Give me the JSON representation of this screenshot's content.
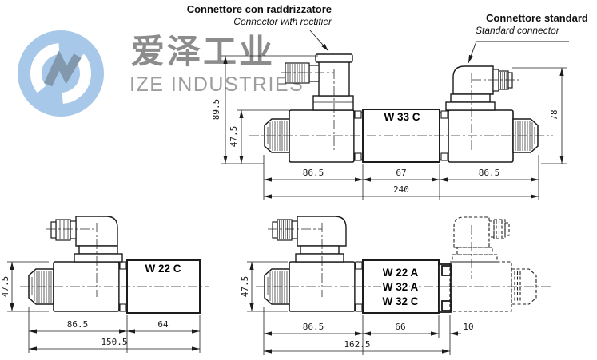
{
  "logo": {
    "cn": "爱泽工业",
    "en": "IZE INDUSTRIES",
    "circle_color": "#a7c8e8",
    "emblem_color": "#8298ac"
  },
  "header": {
    "rectifier_label_it": "Connettore con raddrizzatore",
    "rectifier_label_en": "Connector with rectifier",
    "standard_label_it": "Connettore standard",
    "standard_label_en": "Standard connector"
  },
  "valve_top": {
    "model": "W 33 C",
    "dim_height_rectifier": "89.5",
    "dim_height_coil": "47.5",
    "dim_height_standard": "78",
    "dim_left": "86.5",
    "dim_center": "67",
    "dim_right": "86.5",
    "dim_total": "240"
  },
  "valve_bottom_left": {
    "model": "W 22 C",
    "dim_height": "47.5",
    "dim_coil": "86.5",
    "dim_body": "64",
    "dim_total": "150.5"
  },
  "valve_bottom_right": {
    "models": [
      "W 22 A",
      "W 32 A",
      "W 32 C"
    ],
    "dim_height": "47.5",
    "dim_coil": "86.5",
    "dim_body": "66",
    "dim_offset": "10",
    "dim_total": "162.5"
  }
}
